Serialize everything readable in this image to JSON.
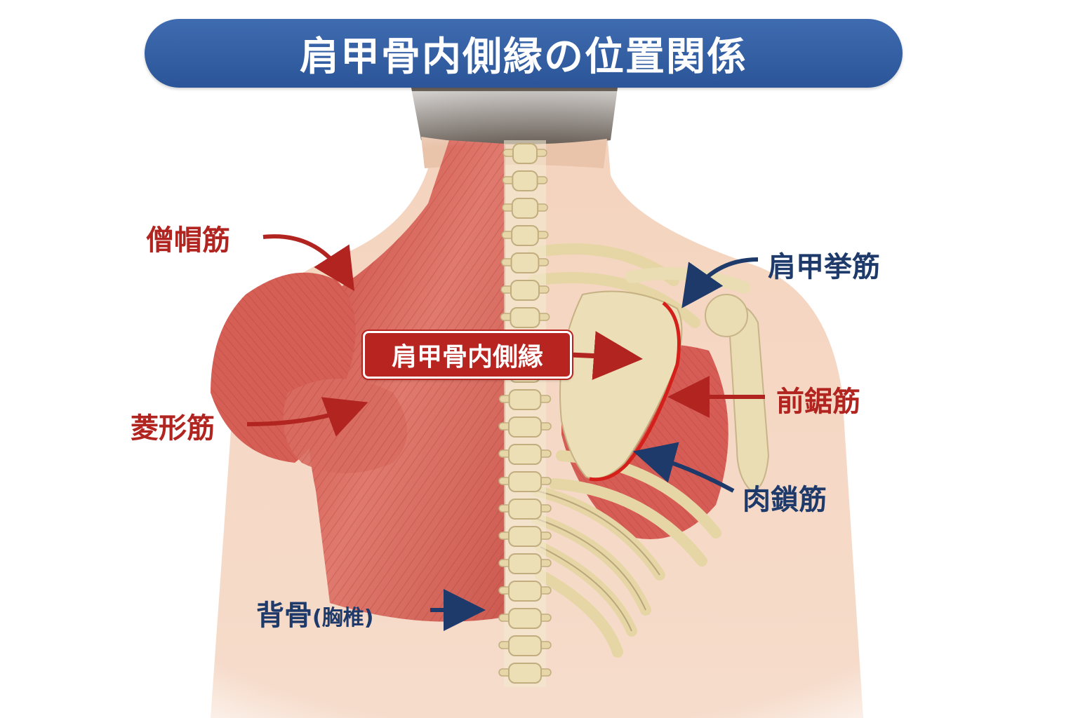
{
  "title": "肩甲骨内側縁の位置関係",
  "labels": {
    "trapezius": "僧帽筋",
    "rhomboid": "菱形筋",
    "medial_border": "肩甲骨内側縁",
    "levator_scapulae": "肩甲挙筋",
    "serratus_anterior": "前鋸筋",
    "intercostal": "肉鎖筋",
    "spine_main": "背骨",
    "spine_sub": "(胸椎)"
  },
  "colors": {
    "title_bg": "#3567ac",
    "red_label": "#b12420",
    "blue_label": "#1d3a6b",
    "muscle": "#d9665c",
    "bone": "#e9dcb2",
    "skin": "#f2cdb6",
    "highlight_border": "#d51f1a"
  }
}
